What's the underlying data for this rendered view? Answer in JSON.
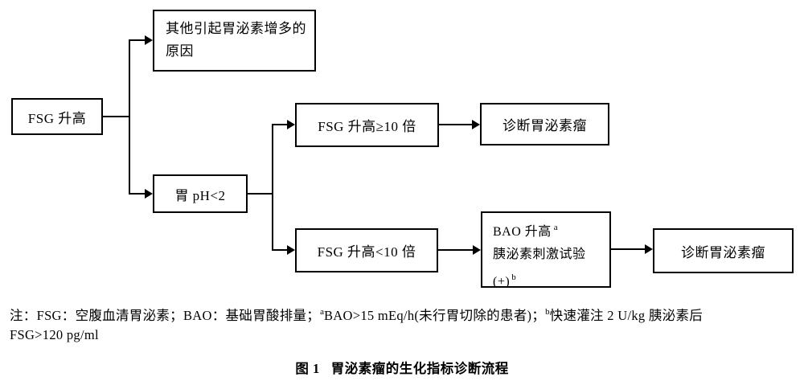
{
  "diagram": {
    "nodes": {
      "fsg": {
        "label": "FSG 升高"
      },
      "other_causes": {
        "lines": [
          "其他引起胃泌素增多的",
          "原因"
        ]
      },
      "gastric_ph": {
        "label": "胃 pH<2"
      },
      "fsg_ge_10x": {
        "label": "FSG 升高≥10 倍"
      },
      "diagnose_top": {
        "label": "诊断胃泌素瘤"
      },
      "fsg_lt_10x": {
        "label": "FSG 升高<10 倍"
      },
      "bao": {
        "line1": "BAO 升高",
        "line1_sup": "a",
        "line2": "胰泌素刺激试验",
        "line3": "(+)",
        "line3_sup": "b"
      },
      "diagnose_bottom": {
        "label": "诊断胃泌素瘤"
      }
    },
    "note": {
      "prefix": "注：FSG：空腹血清胃泌素；BAO：基础胃酸排量；",
      "sup_a": "a",
      "segment_a": "BAO>15 mEq/h(未行胃切除的患者)；",
      "sup_b": "b",
      "segment_b": "快速灌注 2 U/kg 胰泌素后",
      "line2": "FSG>120 pg/ml"
    },
    "caption": {
      "figure_label": "图 1",
      "title": "胃泌素瘤的生化指标诊断流程"
    },
    "colors": {
      "background": "#ffffff",
      "line": "#000000",
      "text": "#000000"
    }
  }
}
